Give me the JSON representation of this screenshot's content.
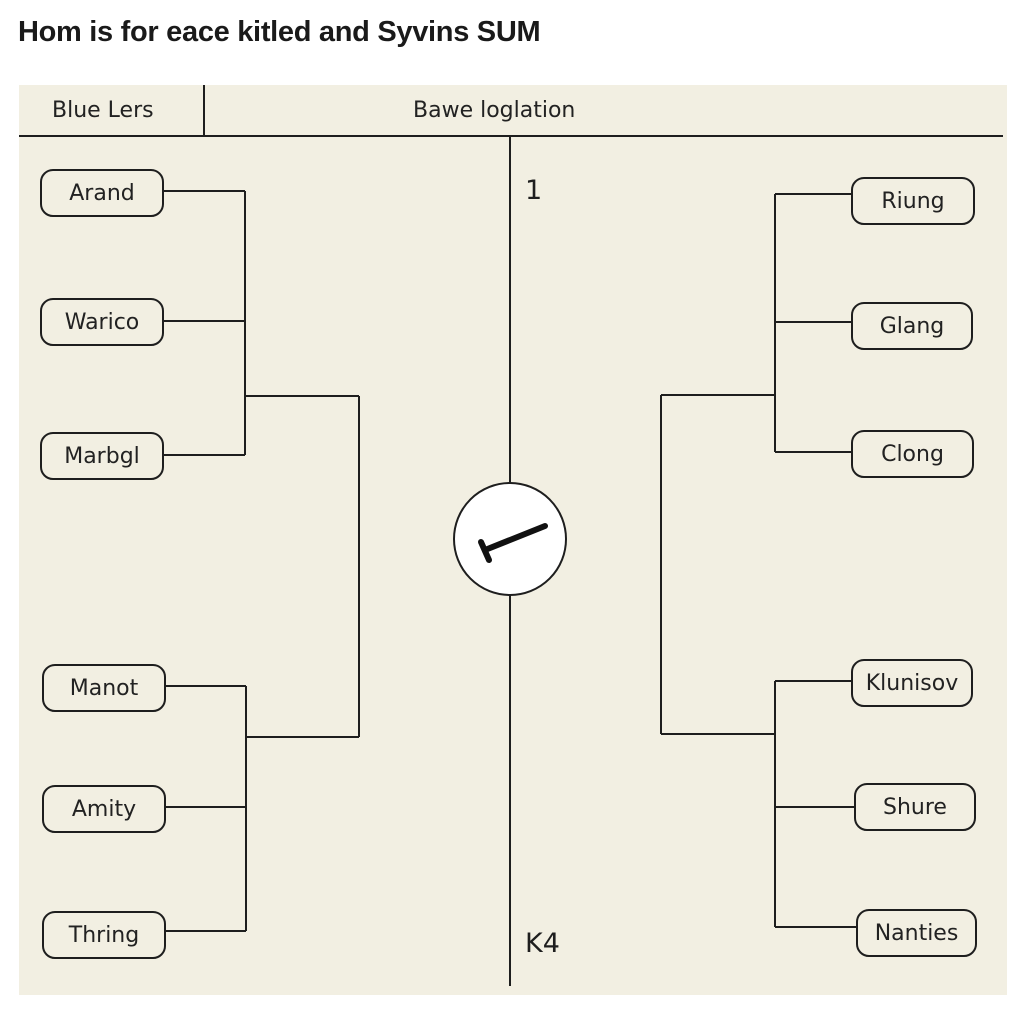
{
  "title": "Hom is for eace kitled and Syvins SUM",
  "header": {
    "left_label": "Blue Lers",
    "right_label": "Bawe loglation"
  },
  "markers": {
    "top": "1",
    "bottom": "K4"
  },
  "left_nodes": [
    "Arand",
    "Warico",
    "Marbgl",
    "Manot",
    "Amity",
    "Thring"
  ],
  "right_nodes": [
    "Riung",
    "Glang",
    "Clong",
    "Klunisov",
    "Shure",
    "Nanties"
  ],
  "center_icon": "hammer-icon",
  "colors": {
    "panel_background": "#f2efe2",
    "line": "#1e1e1e"
  }
}
